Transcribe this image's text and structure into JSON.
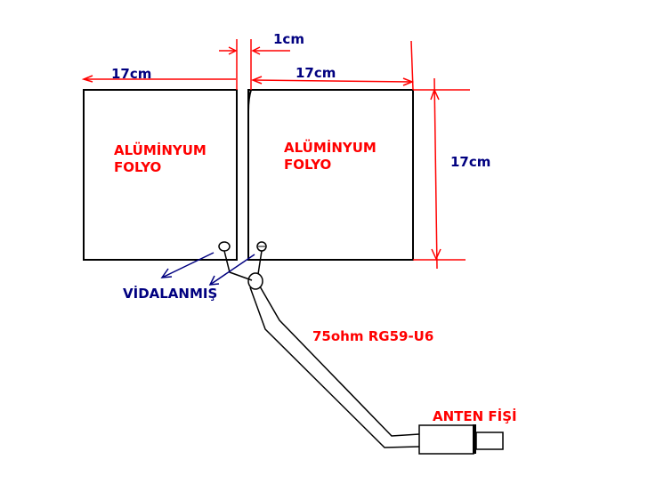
{
  "diagram": {
    "labels": {
      "gap_width": "1cm",
      "left_width": "17cm",
      "right_width": "17cm",
      "height": "17cm",
      "left_panel_line1": "ALÜMİNYUM",
      "left_panel_line2": "FOLYO",
      "right_panel_line1": "ALÜMİNYUM",
      "right_panel_line2": "FOLYO",
      "screwed": "VİDALANMIŞ",
      "cable": "75ohm RG59-U6",
      "plug": "ANTEN FİŞİ"
    },
    "colors": {
      "outline": "#000000",
      "dimension": "#ff0000",
      "pointer": "#000080",
      "label_blue": "#000080",
      "label_red": "#ff0000"
    }
  }
}
